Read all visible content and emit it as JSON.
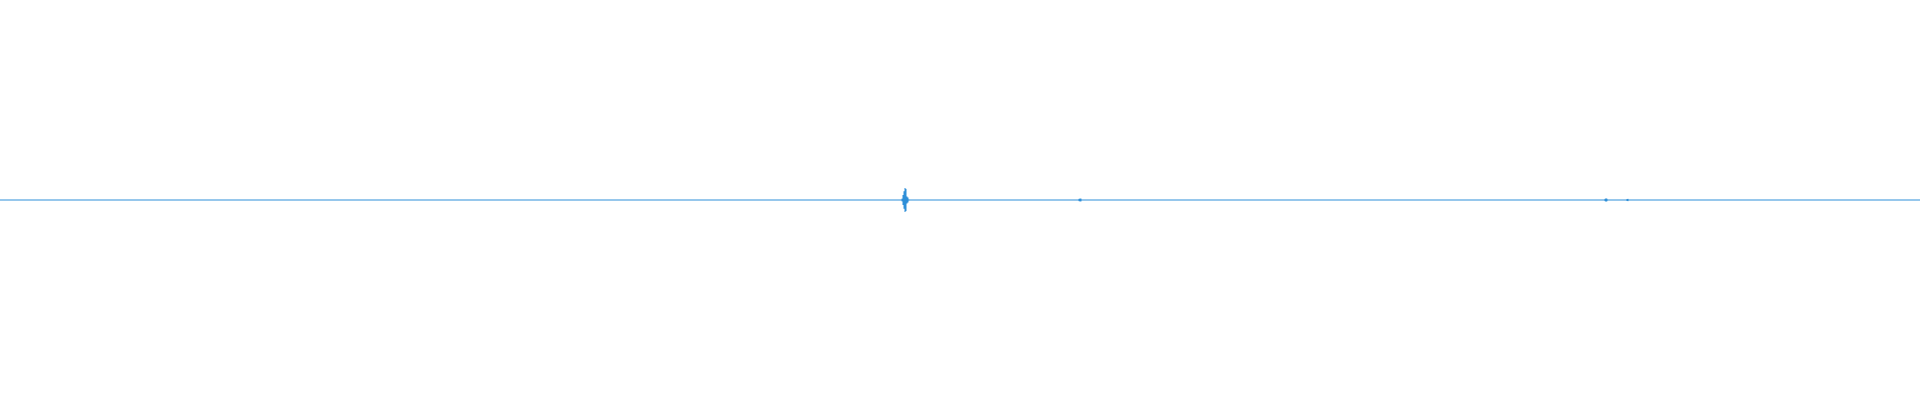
{
  "waveform": {
    "color": "#2f8fd8",
    "background": "#ffffff",
    "baseline_amplitude": 0.012,
    "bursts": [
      {
        "position": 0.4715,
        "amplitude": 1.0,
        "width": 0.0012
      },
      {
        "position": 0.5625,
        "amplitude": 0.18,
        "width": 0.0008
      },
      {
        "position": 0.8365,
        "amplitude": 0.16,
        "width": 0.0008
      },
      {
        "position": 0.8478,
        "amplitude": 0.12,
        "width": 0.0006
      }
    ]
  }
}
